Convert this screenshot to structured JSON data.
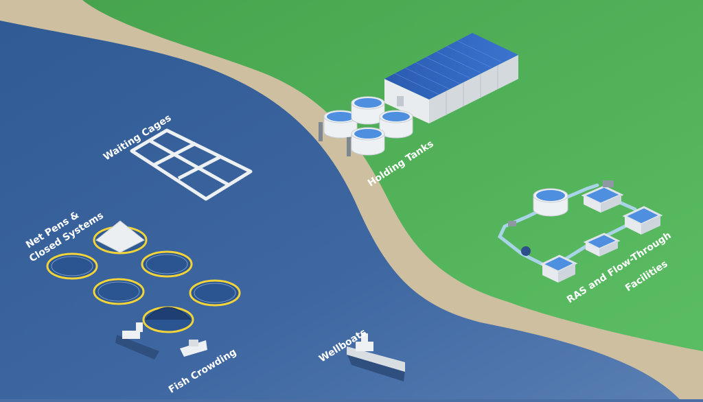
{
  "labels": {
    "waiting_cages": "Waiting Cages",
    "holding_tanks": "Holding Tanks",
    "net_pens_line1": "Net Pens &",
    "net_pens_line2": "Closed Systems",
    "ras_line1": "RAS and Flow-Through",
    "ras_line2": "Facilities",
    "fish_crowding": "Fish Crowding",
    "wellboats": "Wellboats"
  },
  "colors": {
    "sea": "#4a6fa5",
    "sea_deep": "#2f5a94",
    "land": "#4cab54",
    "beach": "#cdbf9f",
    "roof": "#2f63b8",
    "tank_water": "#4e8fe0",
    "net_ring": "#f2d43a"
  },
  "icons": [
    "cage-icon",
    "tank-icon",
    "building-icon",
    "net-pen-icon",
    "boat-icon",
    "pipe-icon"
  ]
}
